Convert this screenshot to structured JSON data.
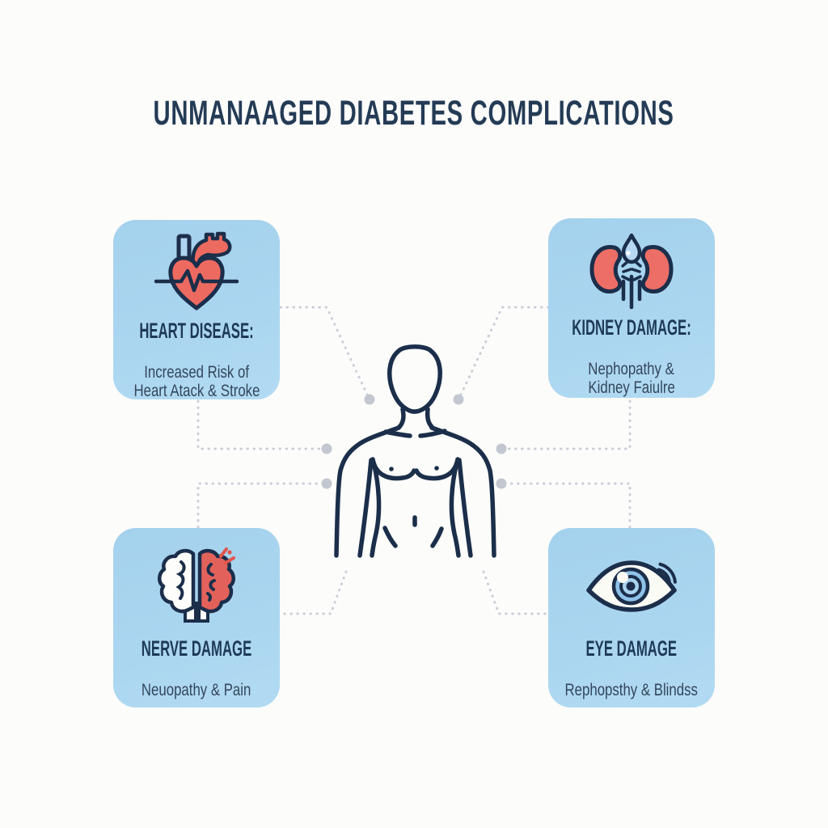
{
  "title": "UNMANAAGED DIABETES COMPLICATIONS",
  "colors": {
    "background": "#FCFCFB",
    "card_background": "#A8D3EE",
    "outline_navy": "#1B2E4A",
    "heading_navy": "#1E3A58",
    "subtitle_slate": "#33465C",
    "title_navy": "#243B55",
    "accent_red": "#ED6A60",
    "accent_light_blue": "#AFD4F0",
    "connector_gray": "#C9CED6"
  },
  "cards": [
    {
      "id": "heart-disease",
      "icon": "heart-ekg-icon",
      "heading": "HEART DISEASE:",
      "lines": [
        "Increased Risk of",
        "Heart Atack & Stroke"
      ]
    },
    {
      "id": "kidney-damage",
      "icon": "kidneys-droplet-icon",
      "heading": "KIDNEY DAMAGE:",
      "lines": [
        "Nephopathy &",
        "Kidney Faiulre"
      ]
    },
    {
      "id": "nerve-damage",
      "icon": "brain-pain-icon",
      "heading": "NERVE DAMAGE",
      "lines": [
        "Neuopathy & Pain"
      ]
    },
    {
      "id": "eye-damage",
      "icon": "eye-signal-icon",
      "heading": "EYE DAMAGE",
      "lines": [
        "Rephopsthy & Blindss"
      ]
    }
  ],
  "center_figure": "human-torso-outline"
}
